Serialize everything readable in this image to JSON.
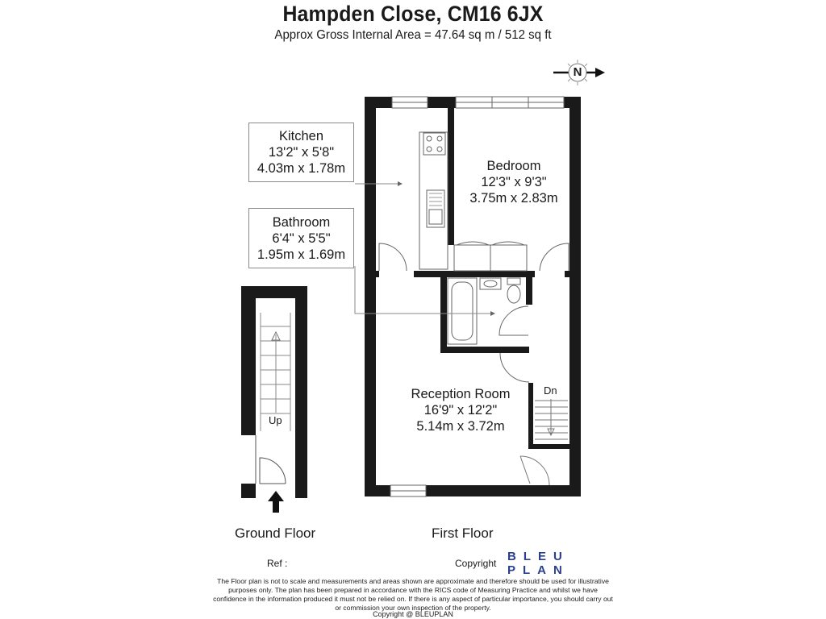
{
  "header": {
    "title": "Hampden Close, CM16 6JX",
    "subtitle": "Approx Gross Internal Area = 47.64 sq m / 512 sq ft"
  },
  "compass": {
    "label": "N",
    "icon": "north-arrow-icon"
  },
  "rooms": {
    "kitchen": {
      "name": "Kitchen",
      "imperial": "13'2\" x 5'8\"",
      "metric": "4.03m x 1.78m"
    },
    "bathroom": {
      "name": "Bathroom",
      "imperial": "6'4\" x 5'5\"",
      "metric": "1.95m x 1.69m"
    },
    "bedroom": {
      "name": "Bedroom",
      "imperial": "12'3\" x 9'3\"",
      "metric": "3.75m x 2.83m"
    },
    "reception": {
      "name": "Reception Room",
      "imperial": "16'9\" x 12'2\"",
      "metric": "5.14m x 3.72m"
    }
  },
  "stairs": {
    "up_label": "Up",
    "down_label": "Dn"
  },
  "floors": {
    "ground": "Ground Floor",
    "first": "First Floor"
  },
  "footer": {
    "ref_label": "Ref :",
    "copyright_label": "Copyright",
    "brand_line1": "BLEU",
    "brand_line2": "PLAN",
    "disclaimer": "The Floor plan is not to scale and measurements and areas shown are approximate and therefore should be used for illustrative purposes only. The plan has been prepared in accordance with the RICS code of Measuring Practice and whilst we have confidence in the information produced it must not be relied on. If there is any aspect of particular importance, you should carry out or commission your own inspection of the property.",
    "copyright_line": "Copyright @ BLEUPLAN"
  }
}
